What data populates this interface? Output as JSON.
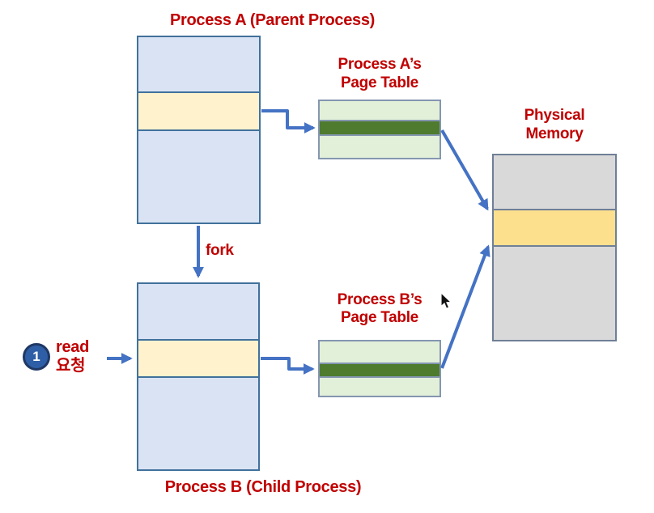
{
  "colors": {
    "label_red": "#c00000",
    "arrow_blue": "#4472c4",
    "process_fill": "#dae3f3",
    "process_row_yellow": "#fff2cc",
    "process_border": "#41719c",
    "table_fill": "#e2efd9",
    "table_row_green": "#4e7b2e",
    "table_border": "#8496b0",
    "memory_fill": "#d9d9d9",
    "memory_row_yellow": "#fce08e",
    "memory_border": "#6f7f96",
    "badge_fill": "#2e5ea6",
    "badge_ring": "#1f3864"
  },
  "process_a": {
    "title": "Process A (Parent Process)"
  },
  "process_b": {
    "title": "Process B (Child Process)"
  },
  "page_table_a": {
    "title_line1": "Process A’s",
    "title_line2": "Page Table"
  },
  "page_table_b": {
    "title_line1": "Process B’s",
    "title_line2": "Page Table"
  },
  "physical_memory": {
    "title_line1": "Physical",
    "title_line2": "Memory"
  },
  "fork_label": "fork",
  "read_request": {
    "step_number": "1",
    "line1": "read",
    "line2": "요청"
  }
}
